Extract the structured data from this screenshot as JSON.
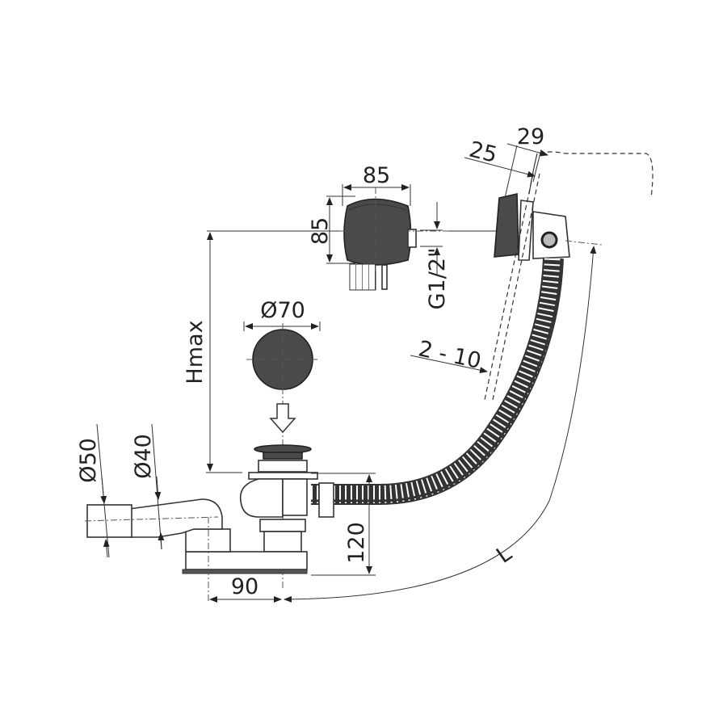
{
  "dimensions": {
    "overflow_width": "85",
    "overflow_height": "85",
    "fill_depth": "25",
    "fill_depth_total": "29",
    "thread": "G1/2\"",
    "plug_diameter": "Ø70",
    "height_max": "Hmax",
    "wall_thickness": "2 - 10",
    "outlet_outer_diameter": "Ø50",
    "outlet_inner_diameter": "Ø40",
    "trap_height": "120",
    "outlet_offset": "90",
    "length": "L"
  },
  "colors": {
    "line": "#333333",
    "part_fill": "#4a4a4a"
  }
}
